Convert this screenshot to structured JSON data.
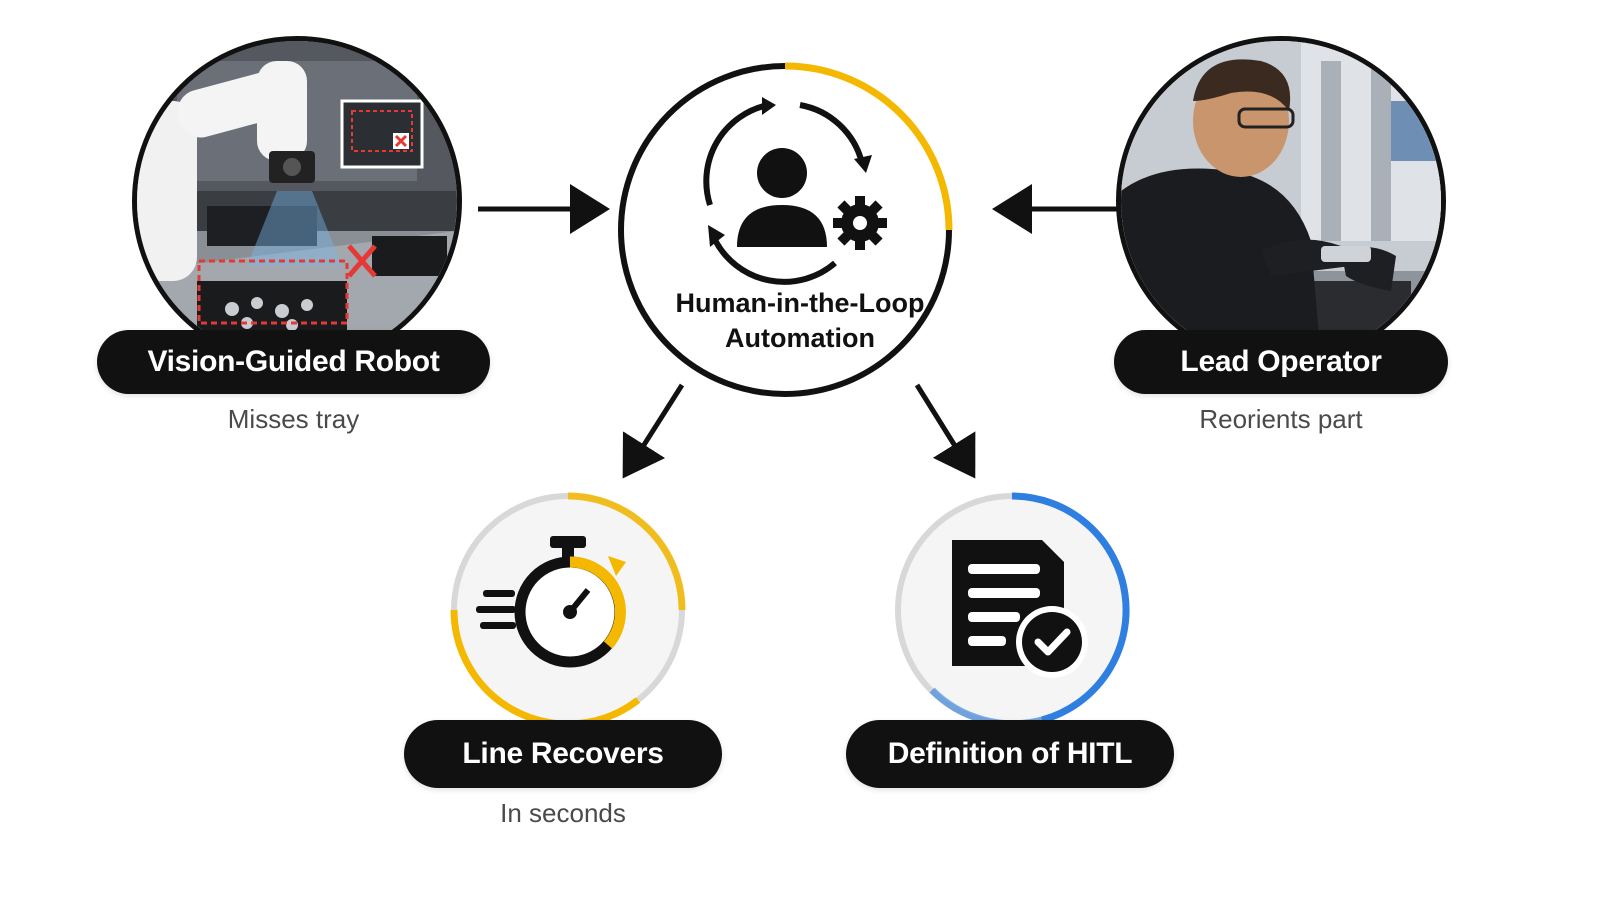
{
  "center": {
    "title_line1": "Human-in-the-Loop",
    "title_line2": "Automation",
    "icon": "human-loop-gear-icon",
    "accent": "#F5B800"
  },
  "nodes": [
    {
      "id": "robot",
      "label": "Vision-Guided Robot",
      "caption": "Misses tray",
      "image": "robot-arm-photo"
    },
    {
      "id": "operator",
      "label": "Lead Operator",
      "caption": "Reorients part",
      "image": "operator-photo"
    },
    {
      "id": "recovery",
      "label": "Line Recovers",
      "caption": "In seconds",
      "icon": "stopwatch-icon",
      "accent": "#F5B800"
    },
    {
      "id": "definition",
      "label": "Definition of HITL",
      "icon": "document-check-icon",
      "accent": "#2F7FE0"
    }
  ],
  "colors": {
    "pill_bg": "#111111",
    "pill_text": "#FFFFFF",
    "yellow": "#F5B800",
    "blue": "#2F7FE0",
    "ring_gray": "#D8D8D8"
  }
}
